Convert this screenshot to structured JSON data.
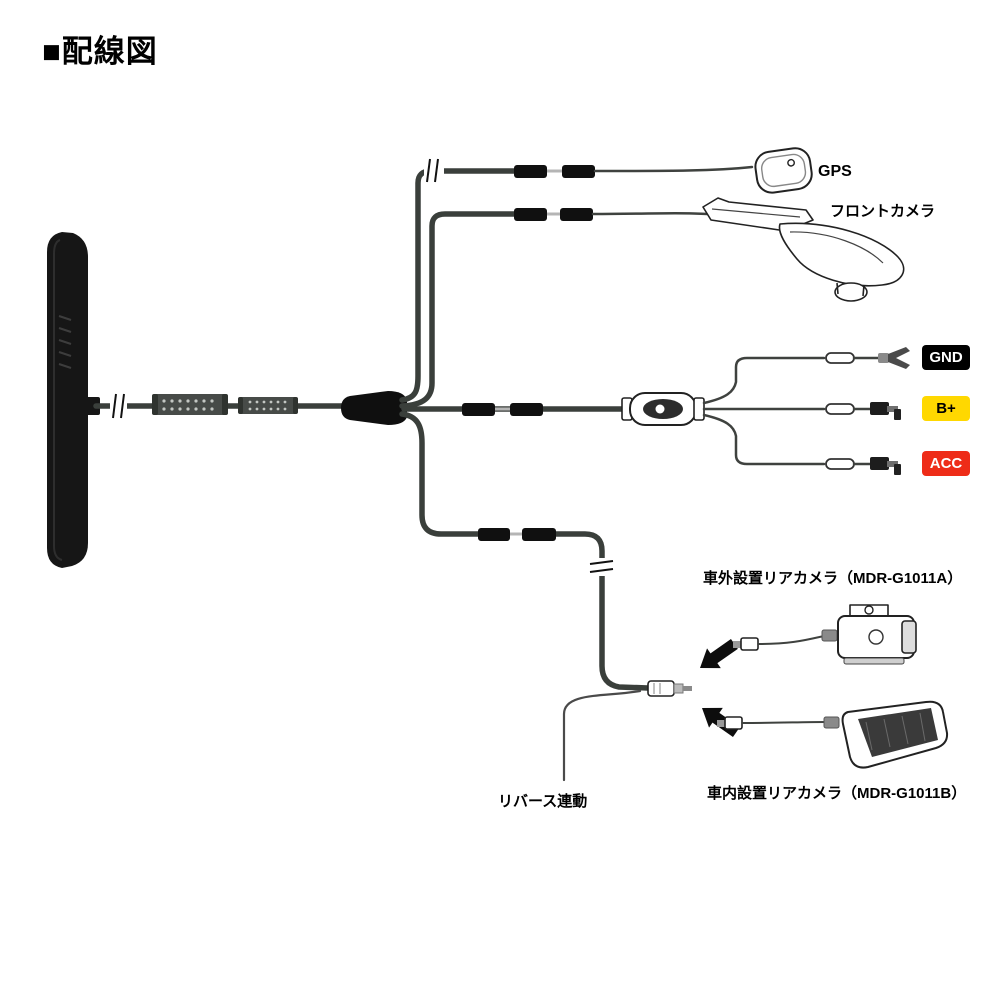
{
  "title": "■配線図",
  "labels": {
    "gps": "GPS",
    "front_camera": "フロントカメラ",
    "rear_camera_outside": "車外設置リアカメラ（MDR-G1011A）",
    "rear_camera_inside": "車内設置リアカメラ（MDR-G1011B）",
    "reverse_link": "リバース連動"
  },
  "badges": {
    "gnd": {
      "label": "GND",
      "bg": "#000000",
      "fg": "#ffffff"
    },
    "b_plus": {
      "label": "B+",
      "bg": "#ffd800",
      "fg": "#000000"
    },
    "acc": {
      "label": "ACC",
      "bg": "#ee2c18",
      "fg": "#ffffff"
    }
  },
  "colors": {
    "background": "#ffffff",
    "wire": "#3a3f3b",
    "text": "#000000"
  }
}
